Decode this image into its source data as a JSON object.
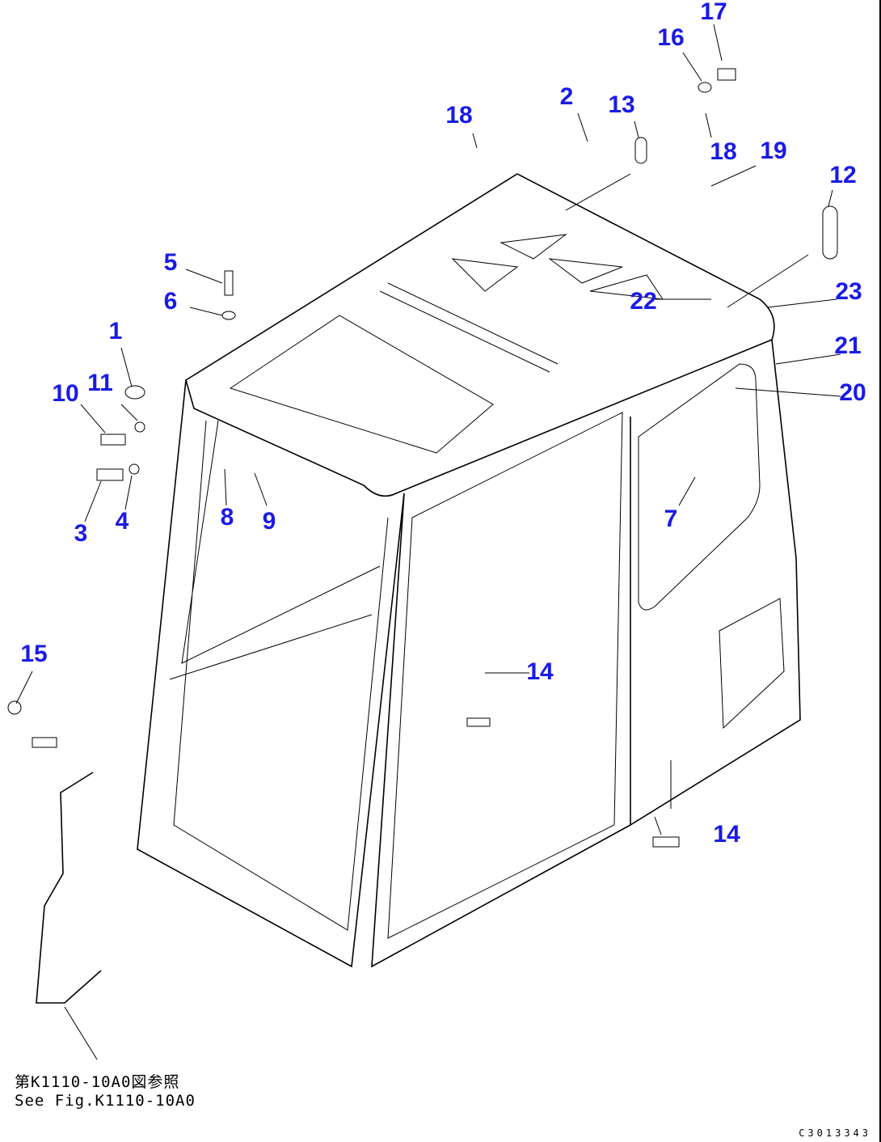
{
  "callouts": [
    {
      "id": "17",
      "text": "17"
    },
    {
      "id": "16",
      "text": "16"
    },
    {
      "id": "2",
      "text": "2"
    },
    {
      "id": "13",
      "text": "13"
    },
    {
      "id": "18a",
      "text": "18"
    },
    {
      "id": "18b",
      "text": "18"
    },
    {
      "id": "19",
      "text": "19"
    },
    {
      "id": "12",
      "text": "12"
    },
    {
      "id": "5",
      "text": "5"
    },
    {
      "id": "6",
      "text": "6"
    },
    {
      "id": "1",
      "text": "1"
    },
    {
      "id": "22",
      "text": "22"
    },
    {
      "id": "23",
      "text": "23"
    },
    {
      "id": "21",
      "text": "21"
    },
    {
      "id": "20",
      "text": "20"
    },
    {
      "id": "10",
      "text": "10"
    },
    {
      "id": "11",
      "text": "11"
    },
    {
      "id": "3",
      "text": "3"
    },
    {
      "id": "4",
      "text": "4"
    },
    {
      "id": "8",
      "text": "8"
    },
    {
      "id": "9",
      "text": "9"
    },
    {
      "id": "7",
      "text": "7"
    },
    {
      "id": "15",
      "text": "15"
    },
    {
      "id": "14a",
      "text": "14"
    },
    {
      "id": "14b",
      "text": "14"
    }
  ],
  "reference_note": {
    "line1": "第K1110-10A0図参照",
    "line2": "See Fig.K1110-10A0"
  },
  "drawing_code": "C3013343",
  "label_color": "#1a1ae6"
}
